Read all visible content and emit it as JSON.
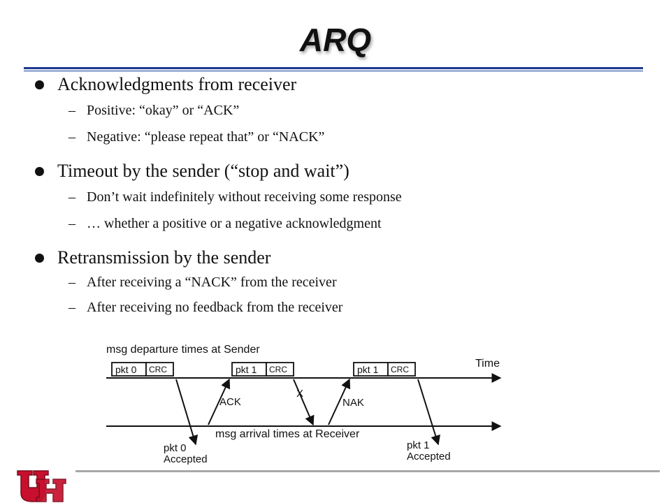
{
  "slide": {
    "title": "ARQ",
    "bullets": [
      {
        "text": "Acknowledgments  from receiver",
        "sub": [
          "Positive: “okay” or “ACK”",
          "Negative: “please repeat that” or “NACK”"
        ]
      },
      {
        "text": "Timeout by the sender (“stop and wait”)",
        "sub": [
          "Don’t wait indefinitely without receiving some response",
          "… whether a positive or a negative acknowledgment"
        ]
      },
      {
        "text": "Retransmission  by the sender",
        "sub": [
          "After receiving a “NACK” from the receiver",
          "After receiving no feedback from the receiver"
        ]
      }
    ],
    "dash": "–"
  },
  "diagram": {
    "sender_label": "msg departure times at Sender",
    "receiver_label": "msg arrival times at Receiver",
    "time_label": "Time",
    "packets": [
      {
        "label": "pkt 0",
        "crc": "CRC"
      },
      {
        "label": "pkt 1",
        "crc": "CRC"
      },
      {
        "label": "pkt 1",
        "crc": "CRC"
      }
    ],
    "ack_label": "ACK",
    "nak_label": "NAK",
    "error_mark": "X",
    "accepted": [
      {
        "pkt": "pkt 0",
        "status": "Accepted"
      },
      {
        "pkt": "pkt 1",
        "status": "Accepted"
      }
    ]
  },
  "colors": {
    "title_rule": "#1f3a8f",
    "title_rule_light": "#9fb2d9",
    "logo_red": "#c8102e"
  },
  "logo": {
    "icon": "uh-logo-icon"
  }
}
